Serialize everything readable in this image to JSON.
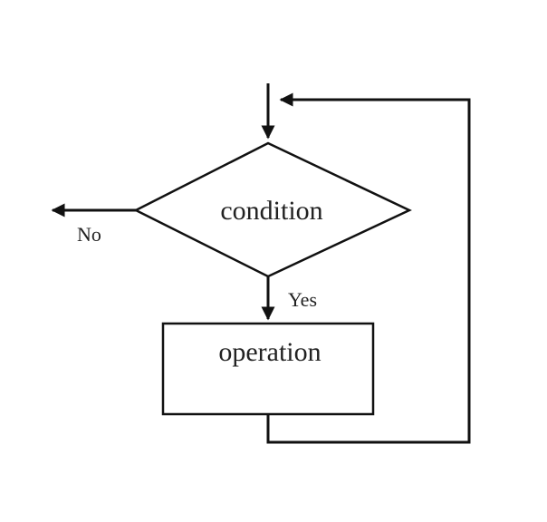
{
  "diagram": {
    "condition_label": "condition",
    "operation_label": "operation",
    "no_label": "No",
    "yes_label": "Yes"
  },
  "colors": {
    "ink": "#111111",
    "background": "#ffffff"
  }
}
